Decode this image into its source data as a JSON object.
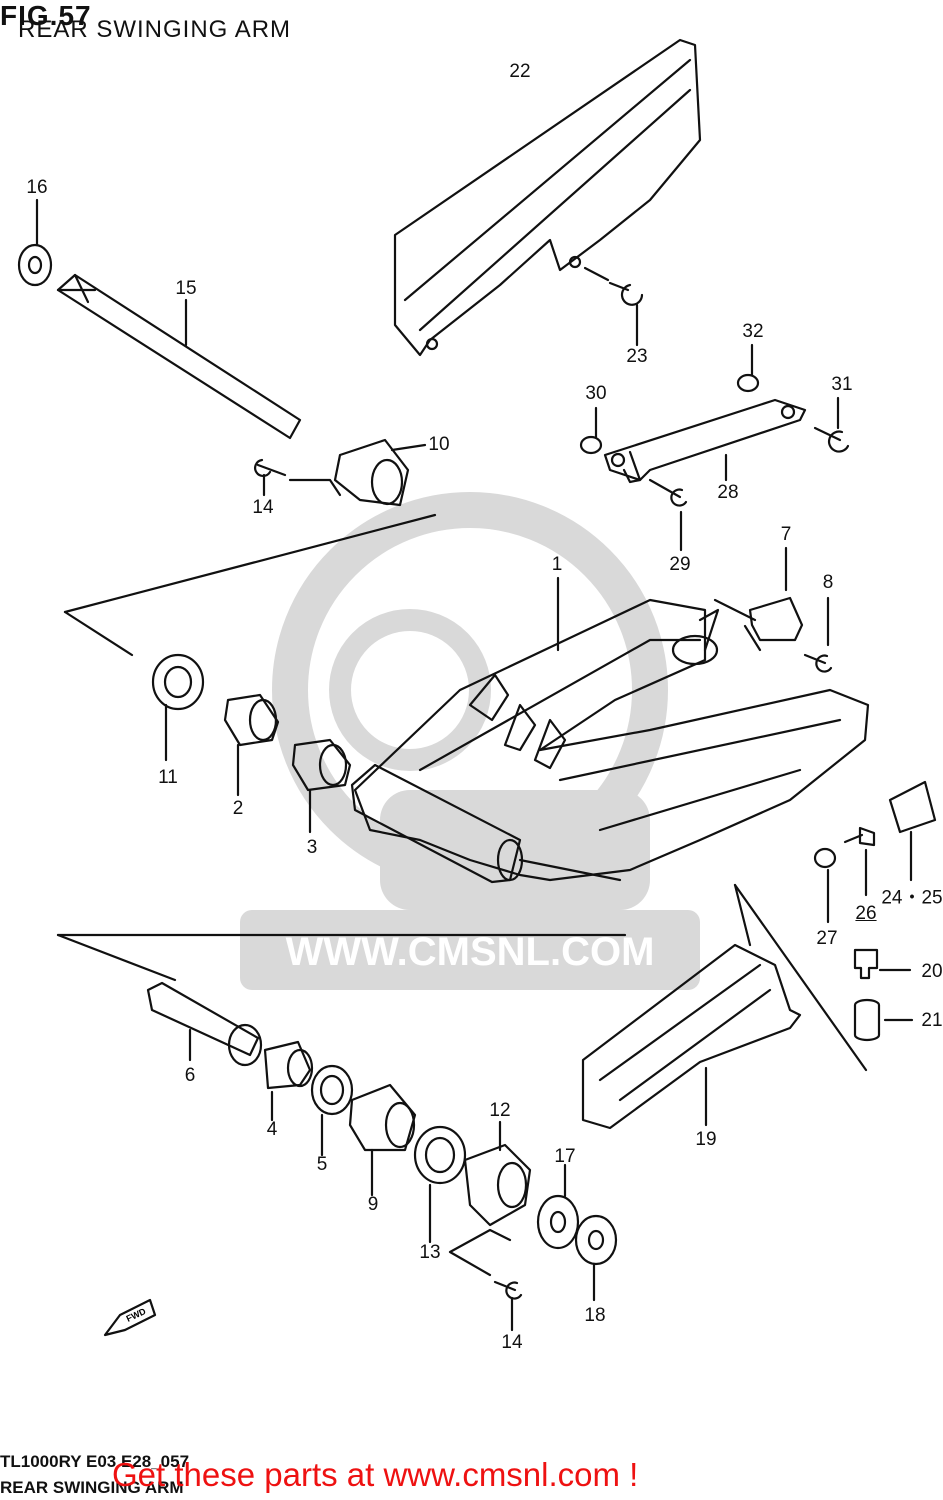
{
  "header": {
    "figure": "FIG.57",
    "subtitle": "REAR SWINGING ARM"
  },
  "watermark": {
    "text": "WWW.CMSNL.COM",
    "logo": "CMS"
  },
  "footer": {
    "model_code": "TL1000RY E03 E28_057",
    "title": "REAR SWINGING ARM",
    "cta": "Get these parts at www.cmsnl.com !"
  },
  "fwd_label": "FWD",
  "labels": {
    "l1": "1",
    "l2": "2",
    "l3": "3",
    "l4": "4",
    "l5": "5",
    "l6": "6",
    "l7": "7",
    "l8": "8",
    "l9": "9",
    "l10": "10",
    "l11": "11",
    "l12": "12",
    "l13": "13",
    "l14a": "14",
    "l14b": "14",
    "l15": "15",
    "l16": "16",
    "l17": "17",
    "l18": "18",
    "l19": "19",
    "l20": "20",
    "l21": "21",
    "l22": "22",
    "l23": "23",
    "l2425": "24・25",
    "l26": "26",
    "l27": "27",
    "l28": "28",
    "l29": "29",
    "l30": "30",
    "l31": "31",
    "l32": "32"
  },
  "colors": {
    "line": "#111111",
    "watermark": "#d9d9d9",
    "cta": "#ee1111"
  }
}
